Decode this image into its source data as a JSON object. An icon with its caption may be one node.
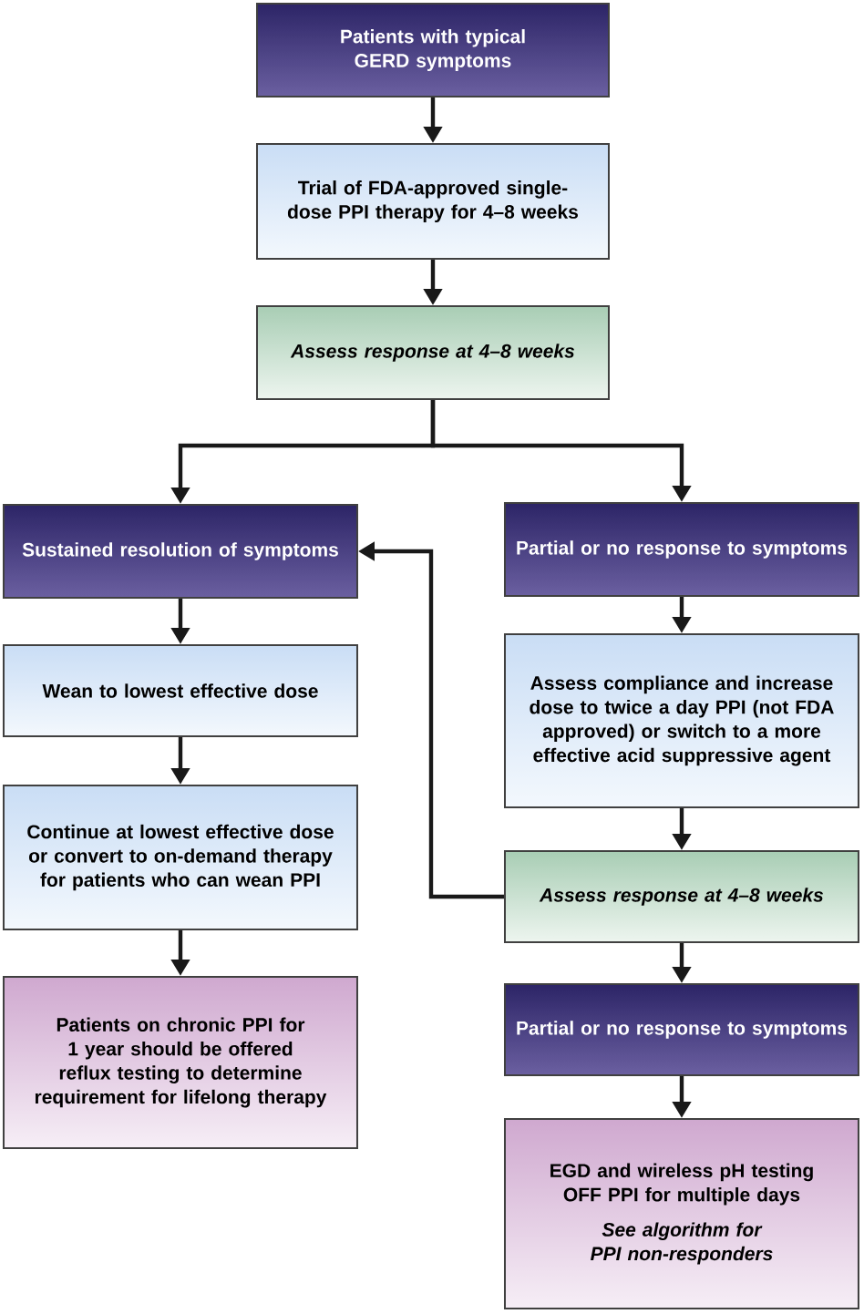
{
  "diagram": {
    "nodes": [
      {
        "text": [
          "Patients with typical GERD symptoms"
        ]
      },
      {
        "text": [
          "Trial of FDA-approved single-dose PPI therapy for 4–8 weeks"
        ]
      },
      {
        "text": [
          "Assess response at 4–8 weeks"
        ]
      },
      {
        "text": [
          "Sustained resolution of symptoms"
        ]
      },
      {
        "text": [
          "Partial or no response to symptoms"
        ]
      },
      {
        "text": [
          "Wean to lowest effective dose"
        ]
      },
      {
        "text": [
          "Continue at lowest effective dose or convert to on-demand therapy for patients who can wean PPI"
        ]
      },
      {
        "text": [
          "Patients on chronic PPI for 1 year should be offered reflux testing to determine requirement for lifelong therapy"
        ]
      },
      {
        "text": [
          "Assess compliance and increase dose to twice a day PPI (not FDA approved) or switch to a more effective acid suppressive agent"
        ]
      },
      {
        "text": [
          "Assess response at 4–8 weeks"
        ]
      },
      {
        "text": [
          "Partial or no response to symptoms"
        ]
      },
      {
        "text": [
          "EGD and wireless pH testing OFF PPI for multiple days",
          "See algorithm for PPI non-responders"
        ]
      }
    ],
    "edges": [
      {
        "from": 0,
        "to": 1,
        "arrow": "to"
      },
      {
        "from": 1,
        "to": 2,
        "arrow": "to"
      },
      {
        "from": 2,
        "to": 3,
        "arrow": "to"
      },
      {
        "from": 2,
        "to": 4,
        "arrow": "to"
      },
      {
        "from": 3,
        "to": 5,
        "arrow": "to"
      },
      {
        "from": 5,
        "to": 6,
        "arrow": "to"
      },
      {
        "from": 6,
        "to": 7,
        "arrow": "to"
      },
      {
        "from": 4,
        "to": 8,
        "arrow": "to"
      },
      {
        "from": 8,
        "to": 9,
        "arrow": "to"
      },
      {
        "from": 9,
        "to": 3,
        "arrow": "to"
      },
      {
        "from": 9,
        "to": 10,
        "arrow": "to"
      },
      {
        "from": 10,
        "to": 11,
        "arrow": "to"
      }
    ]
  }
}
